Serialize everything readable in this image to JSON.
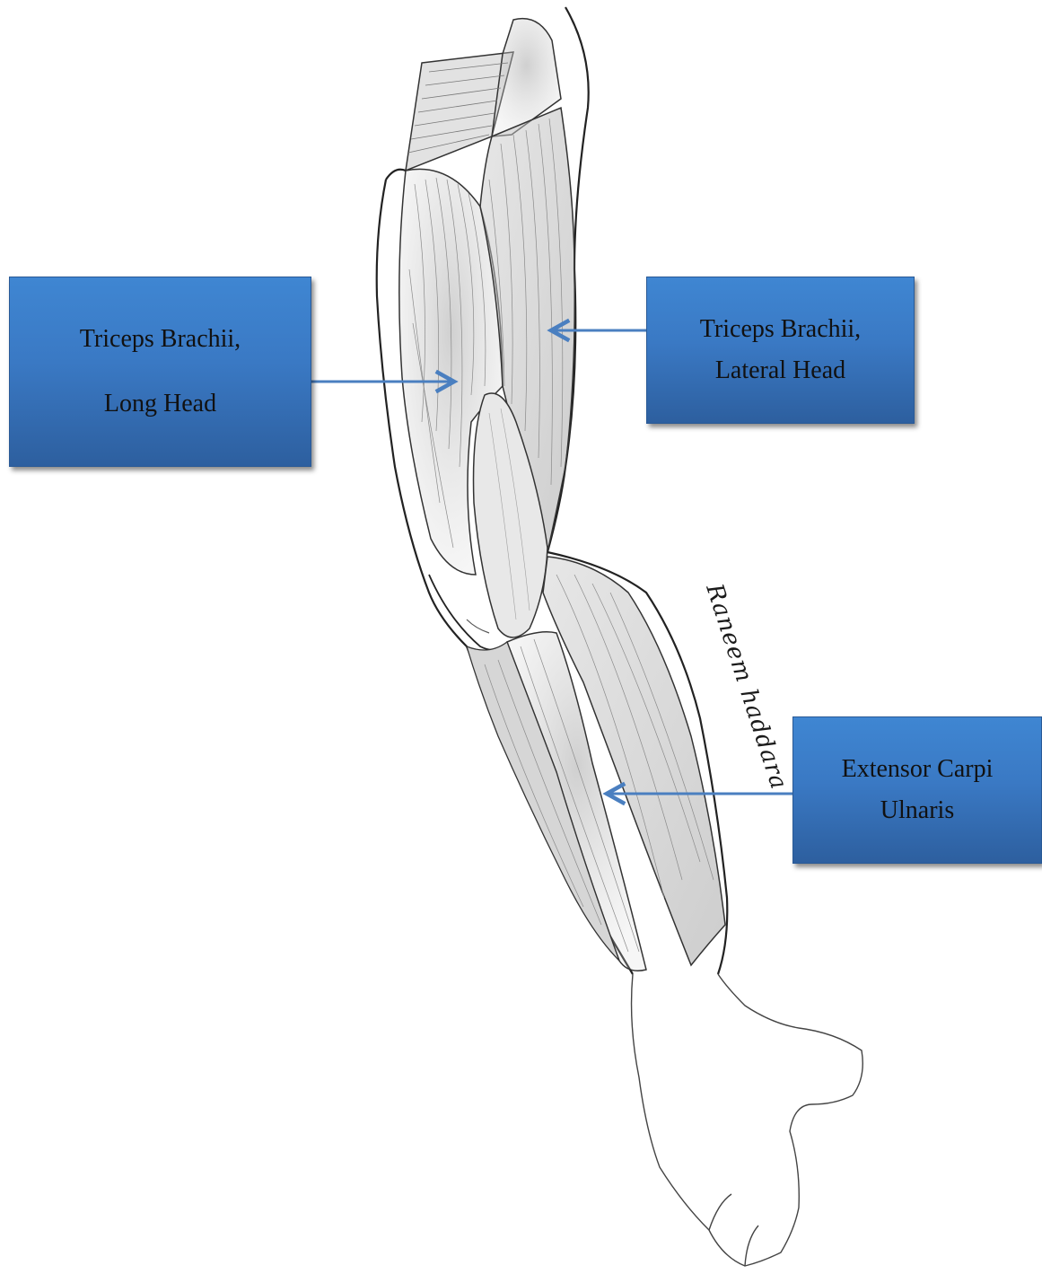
{
  "labels": {
    "long_head": {
      "line1": "Triceps Brachii,",
      "line2": "Long Head"
    },
    "lateral_head": {
      "line1": "Triceps Brachii,",
      "line2": "Lateral Head"
    },
    "extensor_carpi_ulnaris": {
      "line1": "Extensor Carpi",
      "line2": "Ulnaris"
    }
  },
  "signature": "Raneem haddara",
  "colors": {
    "label_fill": "#3a79c4",
    "arrow": "#4a7fc0",
    "pencil": "#2b2b2b"
  }
}
